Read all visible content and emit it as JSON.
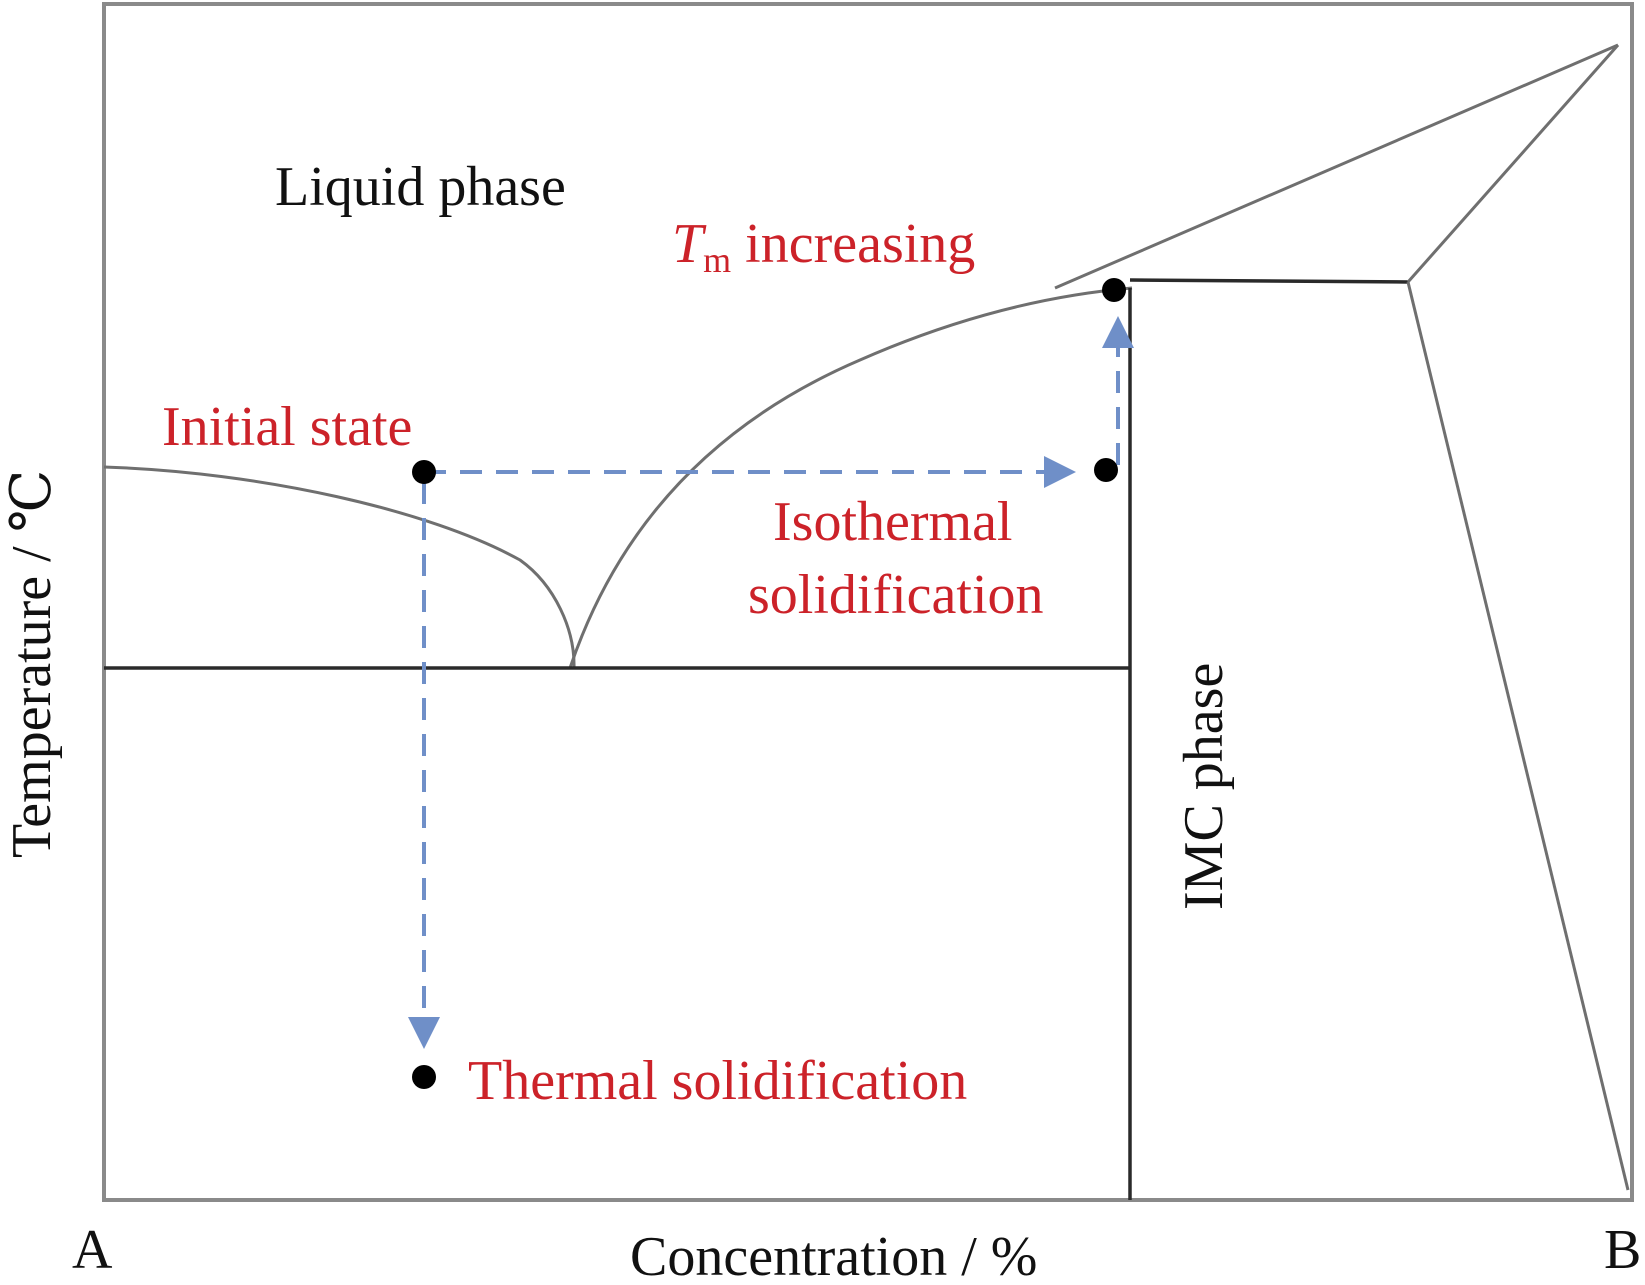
{
  "labels": {
    "liquid_phase": "Liquid phase",
    "tm_symbol": "T",
    "tm_subscript": "m",
    "tm_increasing": " increasing",
    "initial_state": "Initial state",
    "isothermal_line1": "Isothermal",
    "isothermal_line2": "solidification",
    "imc_phase": "IMC phase",
    "thermal_solidification": "Thermal solidification",
    "y_axis": "Temperature / ℃",
    "x_axis": "Concentration / %",
    "corner_a": "A",
    "corner_b": "B"
  },
  "colors": {
    "annotation_red": "#cc2229",
    "arrow_blue": "#6f8fc8",
    "line_gray": "#6f6f6f",
    "text_black": "#111111"
  }
}
